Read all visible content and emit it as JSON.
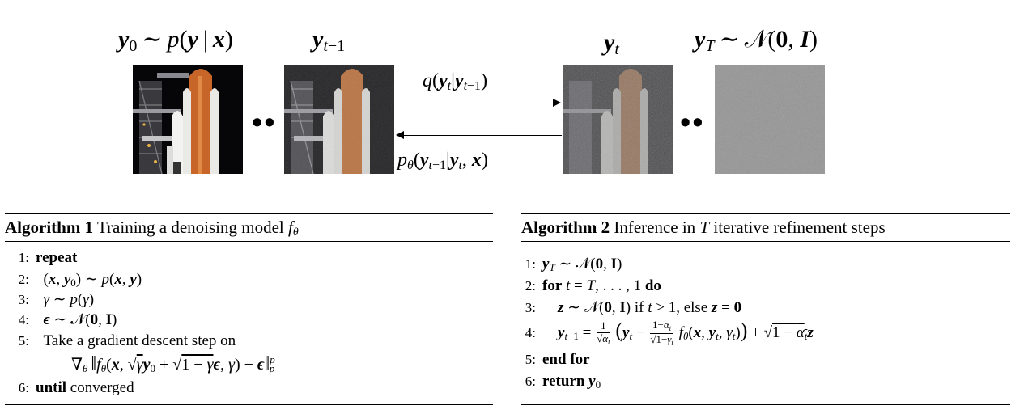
{
  "figure": {
    "labels": {
      "y0": {
        "var": "y",
        "sub": "0",
        "rest": " ∼ p(y | x)"
      },
      "yt_minus_1": {
        "var": "y",
        "sub": "t−1"
      },
      "yt": {
        "var": "y",
        "sub": "t"
      },
      "yT": {
        "var": "y",
        "sub": "T",
        "rest": " ∼ 𝒩(0, I)"
      }
    },
    "dots": "••",
    "forward_process": "q(y_t | y_{t−1})",
    "reverse_process": "p_θ(y_{t−1} | y_t, x)"
  },
  "algorithm1": {
    "heading_bold": "Algorithm 1",
    "heading_text": "Training a denoising model",
    "heading_math": "f_θ",
    "lines": [
      {
        "num": "1:",
        "text": "repeat"
      },
      {
        "num": "2:",
        "text": "(x, y₀) ∼ p(x, y)"
      },
      {
        "num": "3:",
        "text": "γ ∼ p(γ)"
      },
      {
        "num": "4:",
        "text": "ϵ ∼ 𝒩(0, I)"
      },
      {
        "num": "5:",
        "text": "Take a gradient descent step on"
      },
      {
        "num": "",
        "text": "∇θ ‖fθ(x, √γ y₀ + √(1 − γ) ϵ, γ) − ϵ‖ₚᵖ"
      },
      {
        "num": "6:",
        "text": "until converged"
      }
    ]
  },
  "algorithm2": {
    "heading_bold": "Algorithm 2",
    "heading_text": "Inference in T iterative refinement steps",
    "lines": [
      {
        "num": "1:",
        "text": "y_T ∼ 𝒩(0, I)"
      },
      {
        "num": "2:",
        "text": "for t = T, . . . , 1 do"
      },
      {
        "num": "3:",
        "text": "z ∼ 𝒩(0, I) if t > 1, else z = 0"
      },
      {
        "num": "4:",
        "text": "y_{t−1} = 1/√α_t (y_t − (1−α_t)/√(1−γ_t) f_θ(x, y_t, γ_t)) + √(1 − α_t) z"
      },
      {
        "num": "5:",
        "text": "end for"
      },
      {
        "num": "6:",
        "text": "return y₀"
      }
    ]
  },
  "colors": {
    "night_sky": "#060608",
    "tank_orange": "#c8662a",
    "shuttle_white": "#e9e9e6",
    "noise_gray": "#8f8f8f"
  }
}
